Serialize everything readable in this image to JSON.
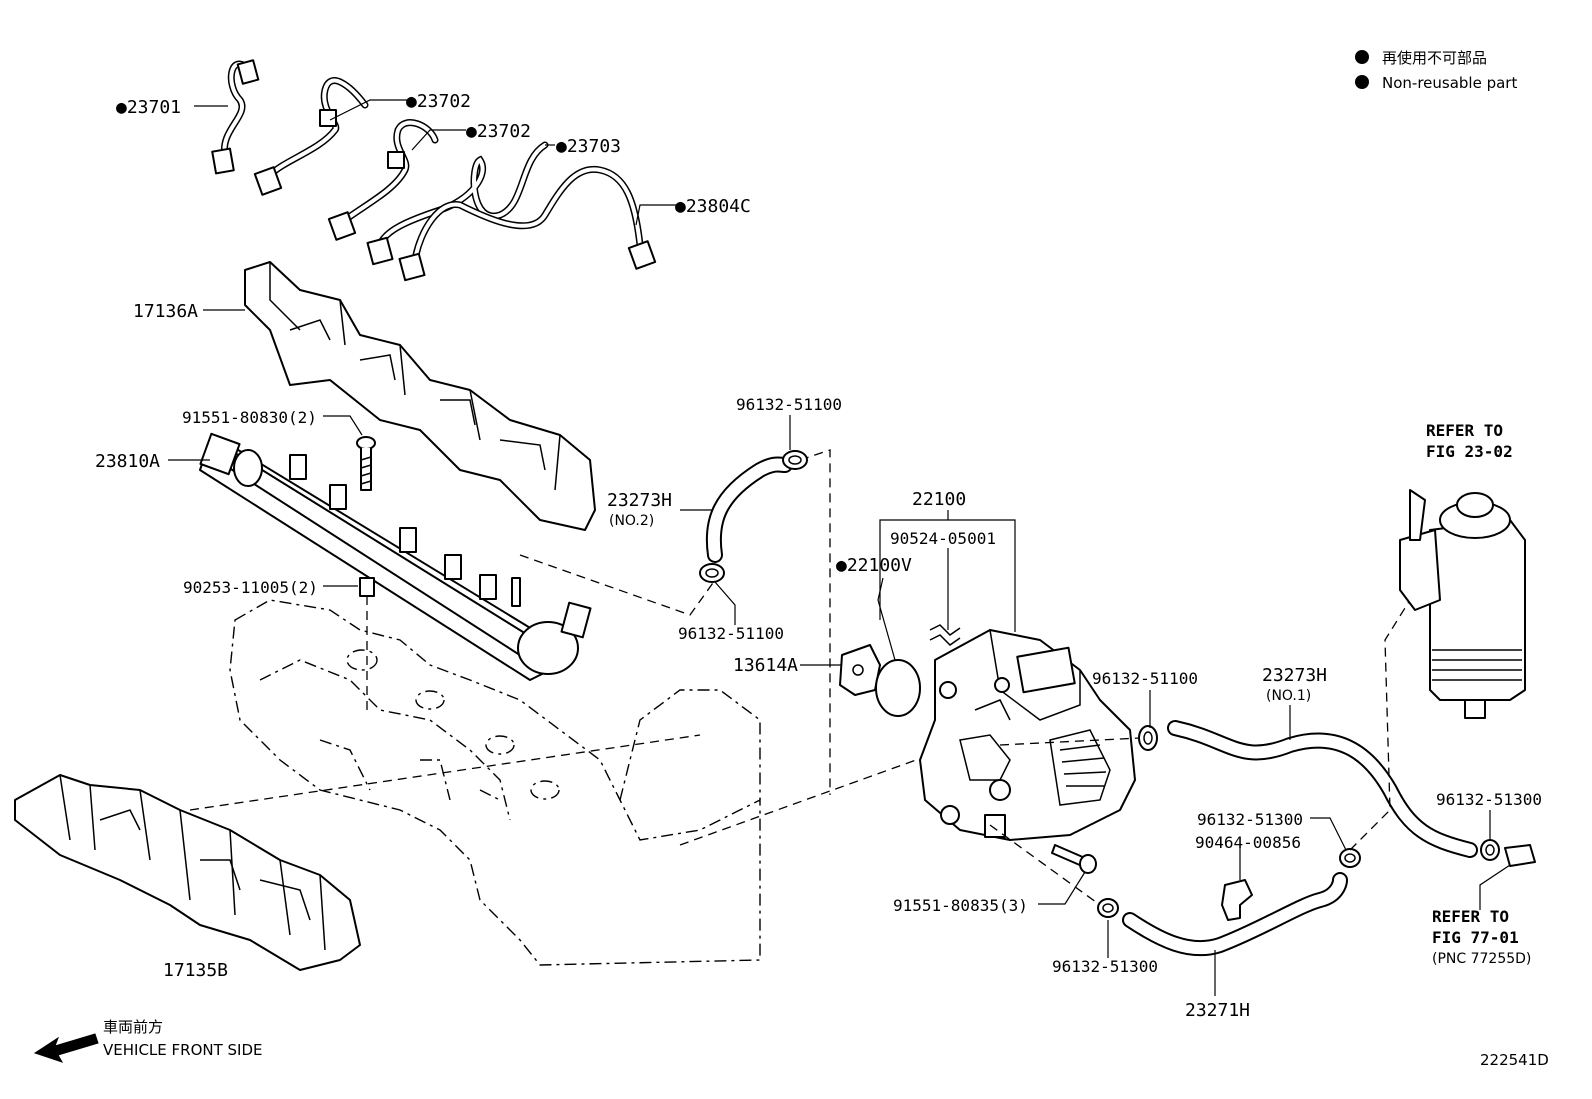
{
  "legend": {
    "items": [
      {
        "symbol": "●",
        "text": "再使用不可部品"
      },
      {
        "symbol": "●",
        "text": "Non-reusable part"
      }
    ]
  },
  "callouts": {
    "c23701": "●23701",
    "c23702a": "●23702",
    "c23702b": "●23702",
    "c23703": "●23703",
    "c23804c": "●23804C",
    "c17136a": "17136A",
    "c91551_80830": "91551-80830(2)",
    "c23810a": "23810A",
    "c90253": "90253-11005(2)",
    "c17135b": "17135B",
    "c96132_51100_top": "96132-51100",
    "c23273h_no2": "23273H",
    "c23273h_no2_sub": "(NO.2)",
    "c96132_51100_mid": "96132-51100",
    "c22100": "22100",
    "c90524": "90524-05001",
    "c22100v": "●22100V",
    "c13614a": "13614A",
    "c96132_51100_right": "96132-51100",
    "c23273h_no1": "23273H",
    "c23273h_no1_sub": "(NO.1)",
    "c96132_51300_a": "96132-51300",
    "c90464": "90464-00856",
    "c96132_51300_b": "96132-51300",
    "c91551_80835": "91551-80835(3)",
    "c96132_51300_c": "96132-51300",
    "c23271h": "23271H"
  },
  "refer_top": {
    "line1": "REFER TO",
    "line2": "FIG 23-02"
  },
  "refer_bottom": {
    "line1": "REFER TO",
    "line2": "FIG 77-01",
    "line3": "(PNC 77255D)"
  },
  "direction": {
    "jp": "車両前方",
    "en": "VEHICLE FRONT SIDE"
  },
  "figure_id": "222541D"
}
